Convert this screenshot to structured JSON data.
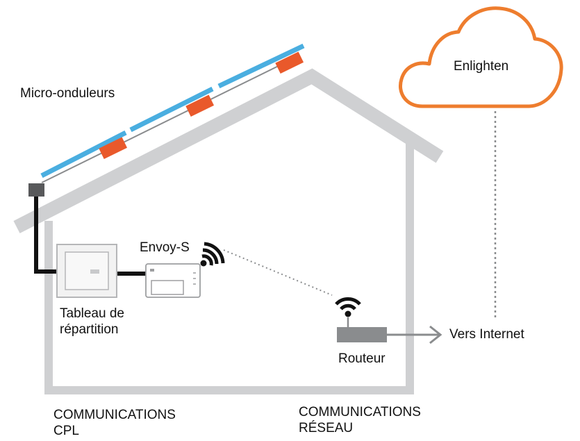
{
  "labels": {
    "micro_inverters": "Micro-onduleurs",
    "cloud": "Enlighten",
    "envoy": "Envoy-S",
    "panel_line1": "Tableau de",
    "panel_line2": "répartition",
    "router": "Routeur",
    "internet": "Vers Internet",
    "comm_cpl_line1": "COMMUNICATIONS",
    "comm_cpl_line2": "CPL",
    "comm_net_line1": "COMMUNICATIONS",
    "comm_net_line2": "RÉSEAU"
  },
  "colors": {
    "house": "#cfd0d2",
    "cloud": "#ee7d2e",
    "panels": "#4aaee0",
    "inverters": "#e9592b",
    "router": "#8a8c8e",
    "cable": "#111111"
  }
}
